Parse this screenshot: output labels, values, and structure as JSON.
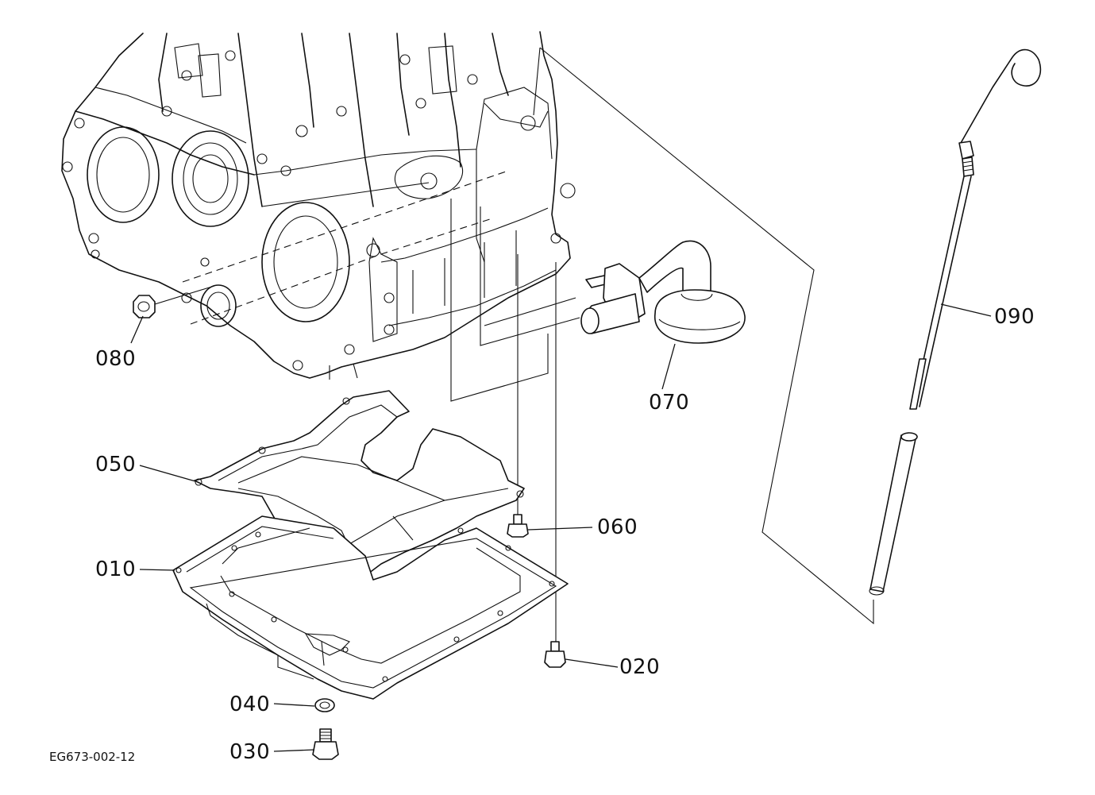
{
  "diagram": {
    "figure_id": "EG673-002-12",
    "parts": [
      {
        "key": "p010",
        "label": "010"
      },
      {
        "key": "p020",
        "label": "020"
      },
      {
        "key": "p030",
        "label": "030"
      },
      {
        "key": "p040",
        "label": "040"
      },
      {
        "key": "p050",
        "label": "050"
      },
      {
        "key": "p060",
        "label": "060"
      },
      {
        "key": "p070",
        "label": "070"
      },
      {
        "key": "p080",
        "label": "080"
      },
      {
        "key": "p090",
        "label": "090"
      }
    ]
  }
}
